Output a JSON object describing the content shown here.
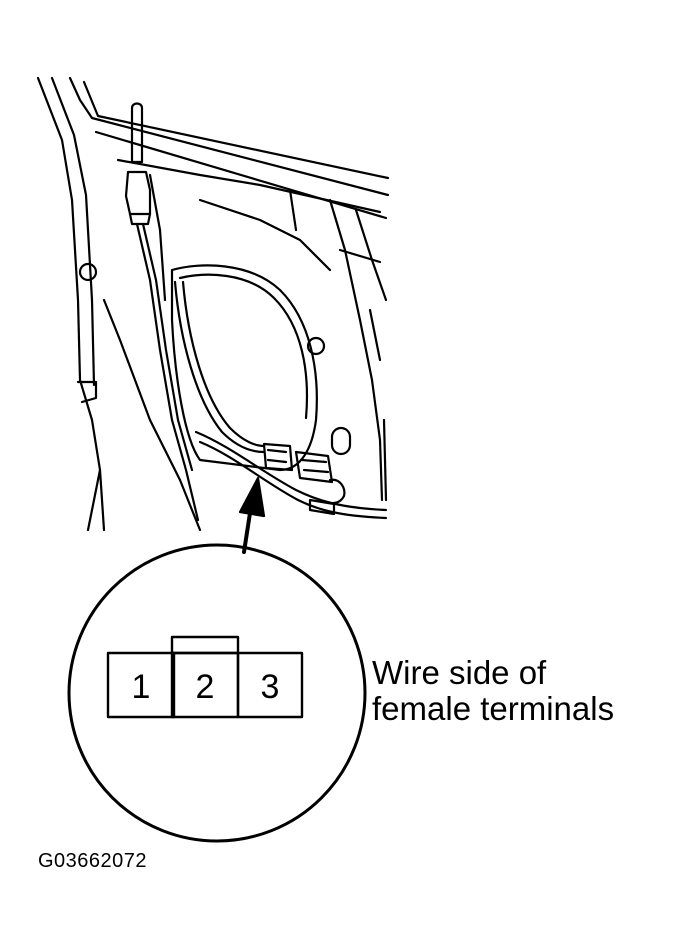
{
  "connector": {
    "pins": [
      "1",
      "2",
      "3"
    ]
  },
  "caption": {
    "line1": "Wire side of",
    "line2": "female terminals"
  },
  "figure_code": "G03662072",
  "colors": {
    "ink": "#000000",
    "background": "#ffffff"
  }
}
